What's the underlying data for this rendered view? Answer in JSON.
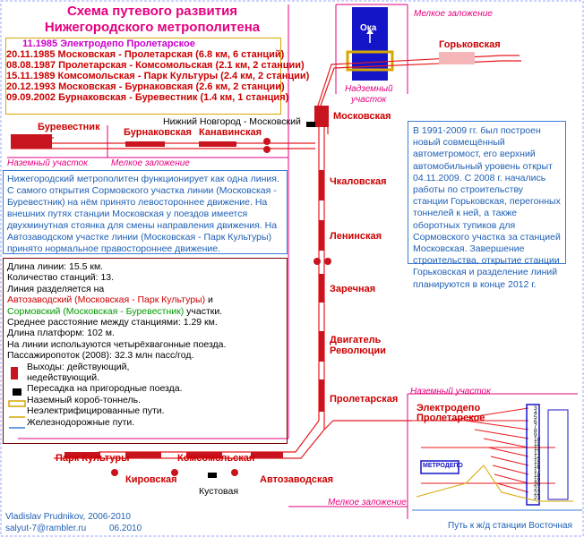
{
  "title": [
    "Схема путевого развития",
    "Нижегородского метрополитена"
  ],
  "chronology": [
    "11.1985 Электродепо Пролетарское",
    "20.11.1985 Московская - Пролетарская (6.8 км, 6 станций)",
    "08.08.1987 Пролетарская - Комсомольская (2.1 км, 2 станции)",
    "15.11.1989 Комсомольская - Парк Культуры (2.4 км, 2 станции)",
    "20.12.1993 Московская - Бурнаковская (2.6 км, 2 станции)",
    "09.09.2002 Бурнаковская - Буревестник (1.4 км, 1 станция)"
  ],
  "description": "Нижегородский метрополитен функционирует как одна линия. С самого открытия Сормовского участка линии (Московская - Буревестник) на нём принято левостороннее движение. На внешних путях станции Московская у поездов имеется двухминутная стоянка для смены направления движения. На Автозаводском участке линии (Московская - Парк Культуры) принято нормальное правостороннее движение.",
  "stats": {
    "length": "Длина линии: 15.5 км.",
    "stations": "Количество станций: 13.",
    "divided_prefix": "Линия разделяется на",
    "avtozavod_section": "Автозаводский (Московская - Парк Культуры)",
    "and": " и",
    "sormovo_section": "Сормовский (Московская - Буревестник)",
    "sections_suffix": " участки.",
    "avg_distance": "Среднее расстояние между станциями: 1.29 км.",
    "platform_length": "Длина платформ: 102 м.",
    "trains": "На линии используются четырёхвагонные поезда.",
    "passengers": "Пассажиропоток (2008): 32.3 млн пасс/год."
  },
  "legend": {
    "exits": "Выходы: действующий,",
    "exits2": "недействующий.",
    "transfer": "Пересадка на пригородные поезда.",
    "box_tunnel": "Наземный короб-тоннель.",
    "nonelectric": "Неэлектрифицированные пути.",
    "railway": "Железнодорожные пути."
  },
  "bridge_note": "В 1991-2009 гг. был построен новый совмещённый автометромост, его верхний автомобильный уровень открыт 04.11.2009. С 2008 г. начались работы по строительству станции Горьковская, перегонных тоннелей к ней, а также оборотных тупиков для Сормовского участка за станцией Московская. Завершение строительства, открытие станции Горьковская и разделение линий планируются в конце 2012 г.",
  "stations": {
    "burevestnik": "Буревестник",
    "burnakovskaya": "Бурнаковская",
    "kanavinskaya": "Канавинская",
    "moskovskaya": "Московская",
    "chkalovskaya": "Чкаловская",
    "leninskaya": "Ленинская",
    "zarechnaya": "Заречная",
    "dvigatel_1": "Двигатель",
    "dvigatel_2": "Революции",
    "proletarskaya": "Пролетарская",
    "avtozavodskaya": "Автозаводская",
    "komsomolskaya": "Комсомольская",
    "kirovskaya": "Кировская",
    "park_kultury": "Парк Культуры",
    "gorkovskaya": "Горьковская"
  },
  "labels": {
    "nizhny_station": "Нижний Новгород - Московский",
    "kustovaya": "Кустовая",
    "oka": "Ока",
    "nadzemny_1": "Надземный",
    "nadzemny_2": "участок",
    "melkoe_top": "Мелкое заложение",
    "melkoe_left": "Мелкое заложение",
    "melkoe_bottom": "Мелкое заложение",
    "nazemny_left": "Наземный участок",
    "nazemny_right": "Наземный участок",
    "depot_1": "Электродепо",
    "depot_2": "Пролетарское",
    "metrodepo": "МЕТРОДЕПО",
    "depot_tracks": [
      "3",
      "4",
      "5",
      "6",
      "7",
      "8",
      "9",
      "10",
      "11",
      "12",
      "13",
      "14",
      "15",
      "16",
      "17",
      "18",
      "19",
      "20",
      "21",
      "22",
      "23"
    ],
    "way_vostochnaya": "Путь к ж/д станции Восточная"
  },
  "credits": {
    "author": "Vladislav Prudnikov, 2006-2010",
    "email": "salyut-7@rambler.ru",
    "date": "06.2010"
  },
  "colors": {
    "track": "#e8191e",
    "station": "#c8141e",
    "river": "#1414c8",
    "frame_magenta": "#e6007e",
    "note_blue": "#1e5fb4"
  }
}
